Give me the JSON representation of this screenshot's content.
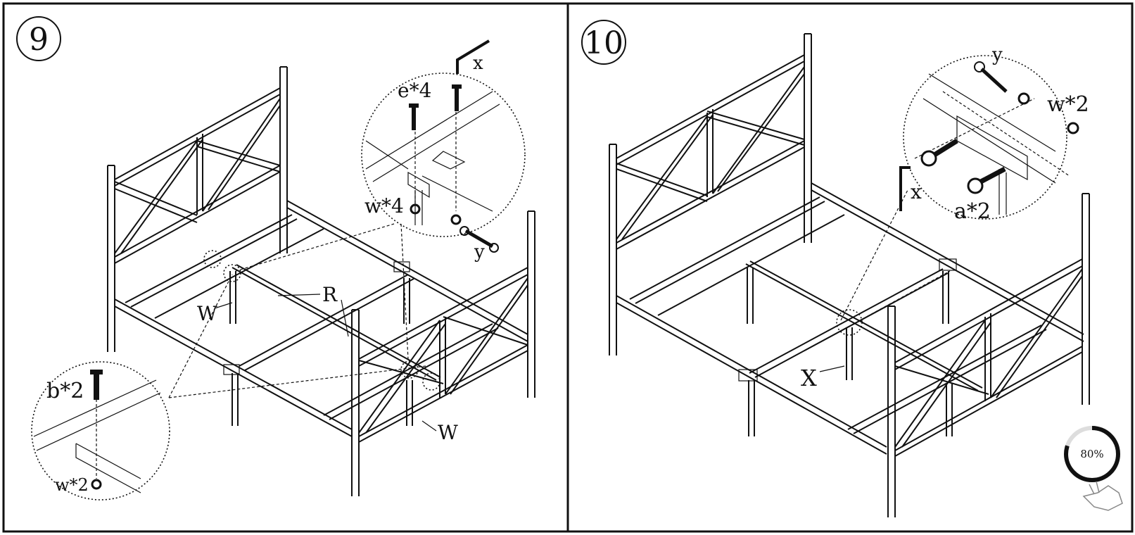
{
  "steps": [
    {
      "number": "9",
      "labels": {
        "hex_key": "x",
        "bolts_top": "e*4",
        "nuts_top": "w*4",
        "wrench": "y",
        "leg_left": "W",
        "slat": "R",
        "leg_right": "W",
        "bolts_bottom": "b*2",
        "nuts_bottom": "w*2"
      }
    },
    {
      "number": "10",
      "labels": {
        "wrench": "y",
        "nuts": "w*2",
        "hex_key": "x",
        "bolts": "a*2",
        "leg": "X"
      }
    }
  ],
  "progress": {
    "label": "80%",
    "value": 0.8
  },
  "icons": [
    "hex-key-icon",
    "wrench-icon",
    "bolt-icon",
    "nut-icon",
    "progress-ring-icon",
    "hand-swipe-icon"
  ]
}
